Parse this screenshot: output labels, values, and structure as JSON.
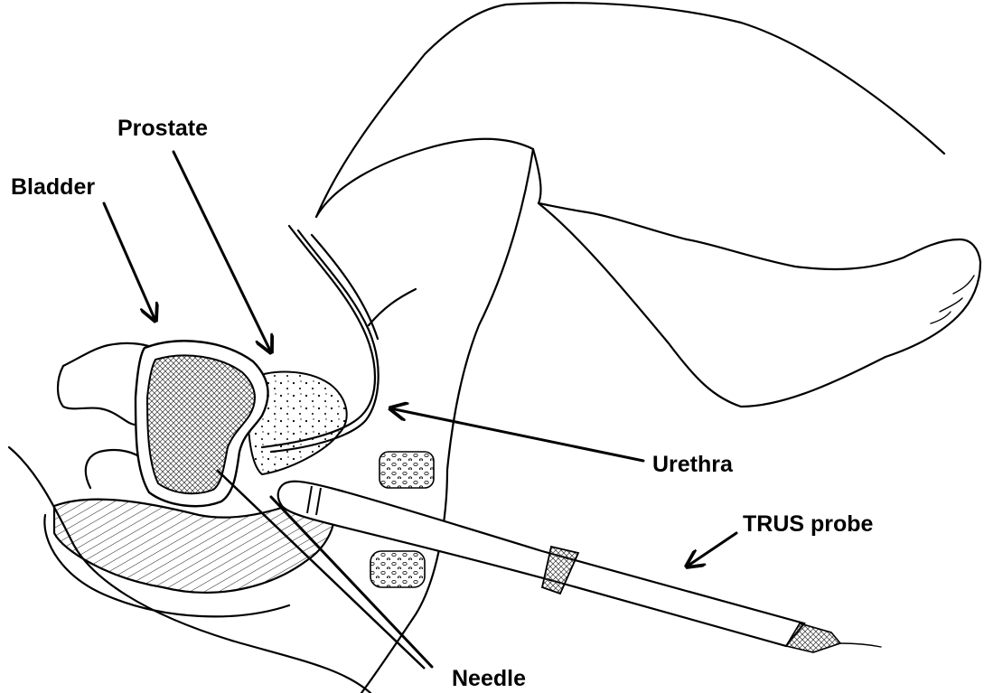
{
  "diagram": {
    "labels": {
      "prostate": "Prostate",
      "bladder": "Bladder",
      "urethra": "Urethra",
      "trus_probe": "TRUS probe",
      "needle": "Needle"
    },
    "colors": {
      "ink": "#000000",
      "background": "#ffffff"
    }
  }
}
